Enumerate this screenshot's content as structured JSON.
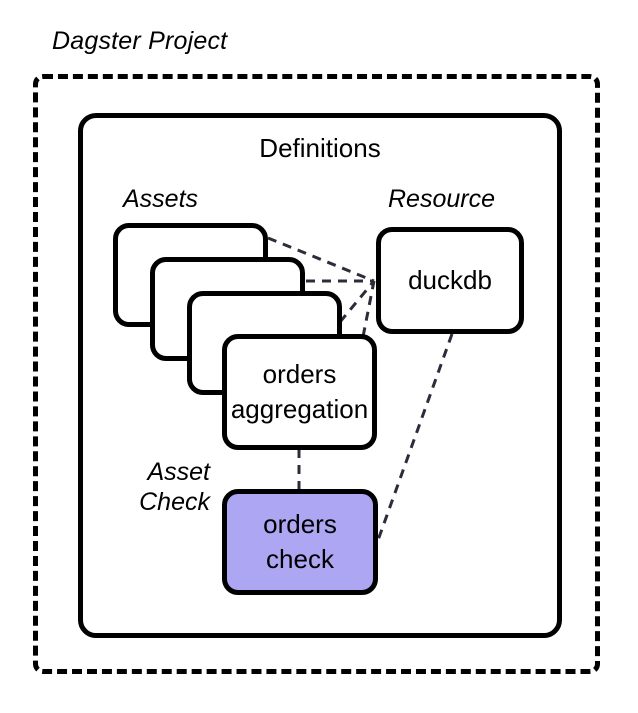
{
  "diagram": {
    "project": {
      "label": "Dagster Project"
    },
    "definitions": {
      "title": "Definitions",
      "captions": {
        "assets": "Assets",
        "resource": "Resource",
        "asset_check": "Asset Check"
      }
    },
    "nodes": {
      "asset_stack": {
        "count": 4,
        "front_card": {
          "line1": "orders",
          "line2": "aggregation"
        },
        "back_cards_labels": [
          "",
          "",
          ""
        ]
      },
      "resource": {
        "label": "duckdb"
      },
      "asset_check": {
        "line1": "orders",
        "line2": "check"
      }
    },
    "colors": {
      "asset_check_fill": "#ada6f2",
      "border": "#000000",
      "edge": "#2c2c3a",
      "background": "#ffffff"
    },
    "edges": [
      {
        "from": "asset-card-1",
        "to": "resource",
        "style": "dashed"
      },
      {
        "from": "asset-card-2",
        "to": "resource",
        "style": "dashed"
      },
      {
        "from": "asset-card-3",
        "to": "resource",
        "style": "dashed"
      },
      {
        "from": "asset-card-4",
        "to": "resource",
        "style": "dashed"
      },
      {
        "from": "asset-card-4",
        "to": "asset-check",
        "style": "dashed"
      },
      {
        "from": "resource",
        "to": "asset-check",
        "style": "dashed"
      }
    ]
  }
}
